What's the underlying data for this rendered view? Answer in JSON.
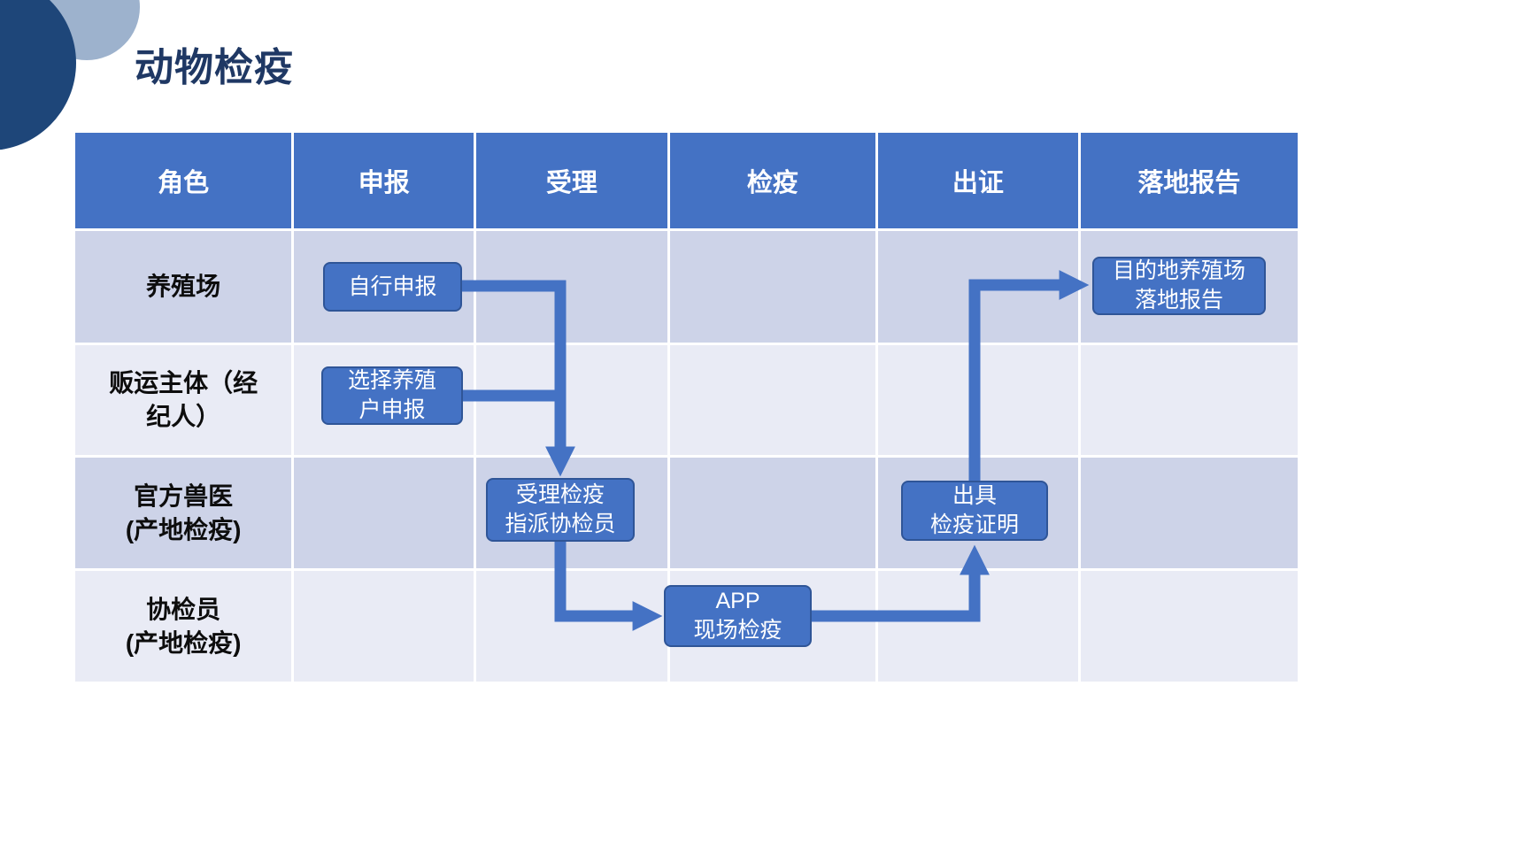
{
  "title": "动物检疫",
  "table": {
    "headers": [
      "角色",
      "申报",
      "受理",
      "检疫",
      "出证",
      "落地报告"
    ],
    "rows": [
      {
        "role": "养殖场"
      },
      {
        "role": "贩运主体（经\n纪人）"
      },
      {
        "role": "官方兽医\n(产地检疫)"
      },
      {
        "role": "协检员\n(产地检疫)"
      }
    ]
  },
  "flow": {
    "self_declare": {
      "label": "自行申报",
      "lane": "养殖场",
      "stage": "申报"
    },
    "choose_farmer": {
      "label": "选择养殖\n户申报",
      "lane": "贩运主体（经纪人）",
      "stage": "申报"
    },
    "accept_assign": {
      "label": "受理检疫\n指派协检员",
      "lane": "官方兽医(产地检疫)",
      "stage": "受理"
    },
    "app_inspect": {
      "label": "APP\n现场检疫",
      "lane": "协检员(产地检疫)",
      "stage": "检疫"
    },
    "issue_cert": {
      "label": "出具\n检疫证明",
      "lane": "官方兽医(产地检疫)",
      "stage": "出证"
    },
    "landing_report": {
      "label": "目的地养殖场\n落地报告",
      "lane": "养殖场",
      "stage": "落地报告"
    }
  },
  "edges": [
    {
      "from": "自行申报",
      "to": "受理检疫 指派协检员"
    },
    {
      "from": "选择养殖户申报",
      "to": "受理检疫 指派协检员"
    },
    {
      "from": "受理检疫 指派协检员",
      "to": "APP 现场检疫"
    },
    {
      "from": "APP 现场检疫",
      "to": "出具 检疫证明"
    },
    {
      "from": "出具 检疫证明",
      "to": "目的地养殖场 落地报告"
    }
  ],
  "colors": {
    "accent_blue": "#4472C4",
    "node_border": "#2F5597",
    "header_text": "#FFFFFF",
    "row_dark": "#CDD3E8",
    "row_light": "#E9EBF5",
    "title_text": "#1F3864",
    "corner_circle_dark": "#1E4679",
    "corner_circle_light": "#9DB2CD"
  }
}
